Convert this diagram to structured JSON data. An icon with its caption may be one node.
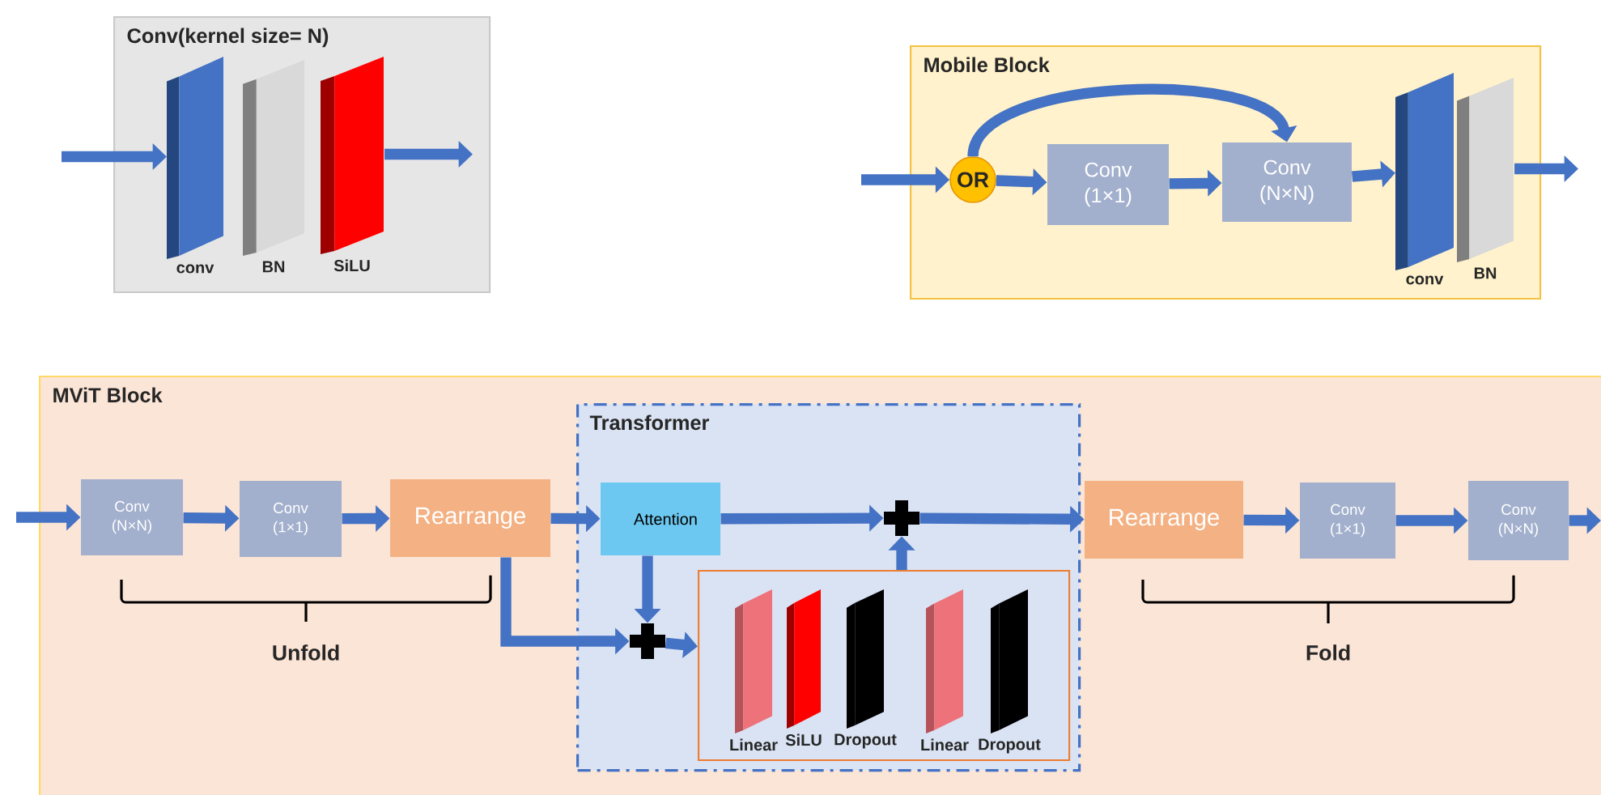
{
  "diagram": {
    "nodes": [
      {
        "text": [
          "Conv(kernel size= N)"
        ]
      },
      {
        "text": [
          "conv"
        ],
        "in": 0
      },
      {
        "text": [
          "BN"
        ],
        "in": 0
      },
      {
        "text": [
          "SiLU"
        ],
        "in": 0
      },
      {
        "text": [
          "Mobile Block"
        ]
      },
      {
        "text": [
          "OR"
        ],
        "in": 4
      },
      {
        "text": [
          "Conv (1×1)"
        ],
        "in": 4
      },
      {
        "text": [
          "Conv (N×N)"
        ],
        "in": 4
      },
      {
        "text": [
          "conv"
        ],
        "in": 4
      },
      {
        "text": [
          "BN"
        ],
        "in": 4
      },
      {
        "text": [
          "MViT Block"
        ]
      },
      {
        "text": [
          "Conv (N×N)"
        ],
        "in": 10
      },
      {
        "text": [
          "Conv (1×1)"
        ],
        "in": 10
      },
      {
        "text": [
          "Rearrange"
        ],
        "in": 10
      },
      {
        "text": [
          "Transformer"
        ],
        "in": 10
      },
      {
        "text": [
          "Attention"
        ],
        "in": 14
      },
      {
        "text": [],
        "shape": "plus",
        "in": 14
      },
      {
        "text": [],
        "shape": "plus",
        "in": 14
      },
      {
        "text": [],
        "shape": "box",
        "in": 14
      },
      {
        "text": [
          "Linear"
        ],
        "in": 18
      },
      {
        "text": [
          "SiLU"
        ],
        "in": 18
      },
      {
        "text": [
          "Dropout"
        ],
        "in": 18
      },
      {
        "text": [
          "Linear"
        ],
        "in": 18
      },
      {
        "text": [
          "Dropout"
        ],
        "in": 18
      },
      {
        "text": [
          "Rearrange"
        ],
        "in": 10
      },
      {
        "text": [
          "Conv (1×1)"
        ],
        "in": 10
      },
      {
        "text": [
          "Conv (N×N)"
        ],
        "in": 10
      }
    ],
    "edges": [
      {
        "from": null,
        "to": 1,
        "arrow": "to"
      },
      {
        "from": 3,
        "to": null,
        "arrow": "to"
      },
      {
        "from": null,
        "to": 5,
        "arrow": "to"
      },
      {
        "from": 5,
        "to": 6,
        "arrow": "to"
      },
      {
        "from": 6,
        "to": 7,
        "arrow": "to"
      },
      {
        "from": 5,
        "to": 7,
        "arrow": "to"
      },
      {
        "from": 7,
        "to": 8,
        "arrow": "to"
      },
      {
        "from": 9,
        "to": null,
        "arrow": "to"
      },
      {
        "from": null,
        "to": 11,
        "arrow": "to"
      },
      {
        "from": 11,
        "to": 12,
        "arrow": "to"
      },
      {
        "from": 12,
        "to": 13,
        "arrow": "to"
      },
      {
        "from": 13,
        "to": 15,
        "arrow": "to"
      },
      {
        "from": 13,
        "to": 16,
        "arrow": "to"
      },
      {
        "from": 15,
        "to": 16,
        "arrow": "to"
      },
      {
        "from": 16,
        "to": 18,
        "arrow": "to"
      },
      {
        "from": 15,
        "to": 17,
        "arrow": "to"
      },
      {
        "from": 18,
        "to": 17,
        "arrow": "to"
      },
      {
        "from": 17,
        "to": 24,
        "arrow": "to"
      },
      {
        "from": 24,
        "to": 25,
        "arrow": "to"
      },
      {
        "from": 25,
        "to": 26,
        "arrow": "to"
      },
      {
        "from": 26,
        "to": null,
        "arrow": "to"
      }
    ],
    "labels": [
      "Unfold",
      "Fold"
    ]
  }
}
